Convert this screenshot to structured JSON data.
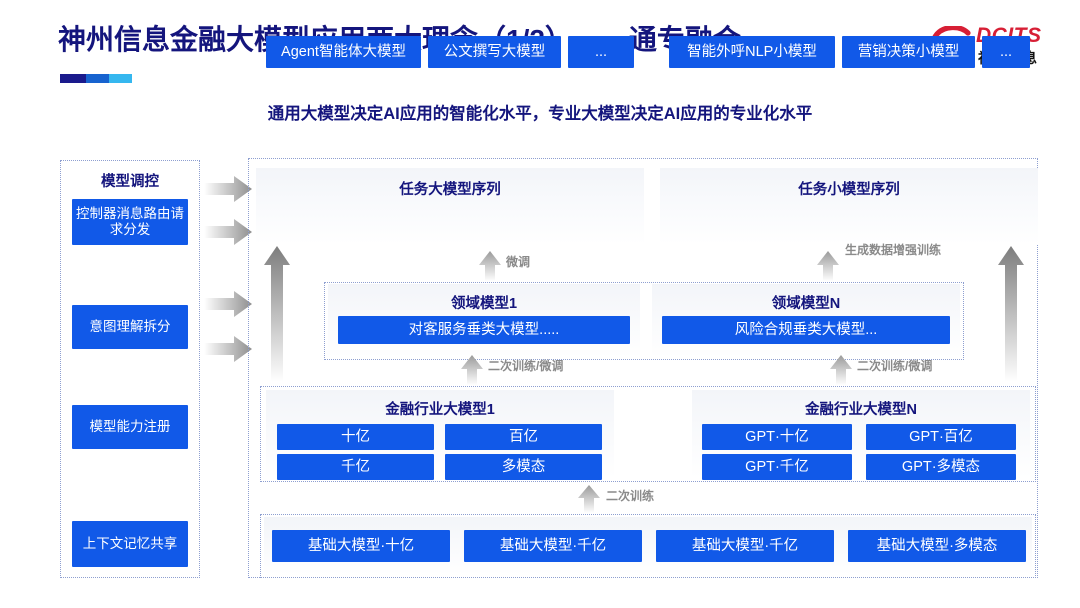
{
  "header": {
    "title": "神州信息金融大模型应用两大理念（1/2）——通专融合",
    "subtitle": "通用大模型决定AI应用的智能化水平，专业大模型决定AI应用的专业化水平",
    "logo_en": "DCITS",
    "logo_cn": "神州信息",
    "accent_color": "#14157d",
    "brand_red": "#d71f35",
    "box_blue": "#1159e8"
  },
  "sidebar": {
    "title": "模型调控",
    "items": [
      {
        "label": "控制器消息路由请求分发"
      },
      {
        "label": "意图理解拆分"
      },
      {
        "label": "模型能力注册"
      },
      {
        "label": "上下文记忆共享"
      }
    ]
  },
  "task_sequences": [
    {
      "title": "任务大模型序列",
      "items": [
        "Agent智能体大模型",
        "公文撰写大模型",
        "..."
      ]
    },
    {
      "title": "任务小模型序列",
      "items": [
        "智能外呼NLP小模型",
        "营销决策小模型",
        "..."
      ]
    }
  ],
  "domain_models": [
    {
      "title": "领域模型1",
      "item": "对客服务垂类大模型....."
    },
    {
      "title": "领域模型N",
      "item": "风险合规垂类大模型..."
    }
  ],
  "finance_models": [
    {
      "title": "金融行业大模型1",
      "items": [
        "十亿",
        "百亿",
        "千亿",
        "多模态"
      ]
    },
    {
      "title": "金融行业大模型N",
      "items": [
        "GPT·十亿",
        "GPT·百亿",
        "GPT·千亿",
        "GPT·多模态"
      ]
    }
  ],
  "base_models": {
    "items": [
      "基础大模型·十亿",
      "基础大模型·千亿",
      "基础大模型·千亿",
      "基础大模型·多模态"
    ]
  },
  "flow_labels": {
    "finetune_left": "微调",
    "gen_data_aug": "生成数据增强训练",
    "retrain_finetune_left": "二次训练/微调",
    "retrain_finetune_right": "二次训练/微调",
    "retrain_bottom": "二次训练"
  }
}
